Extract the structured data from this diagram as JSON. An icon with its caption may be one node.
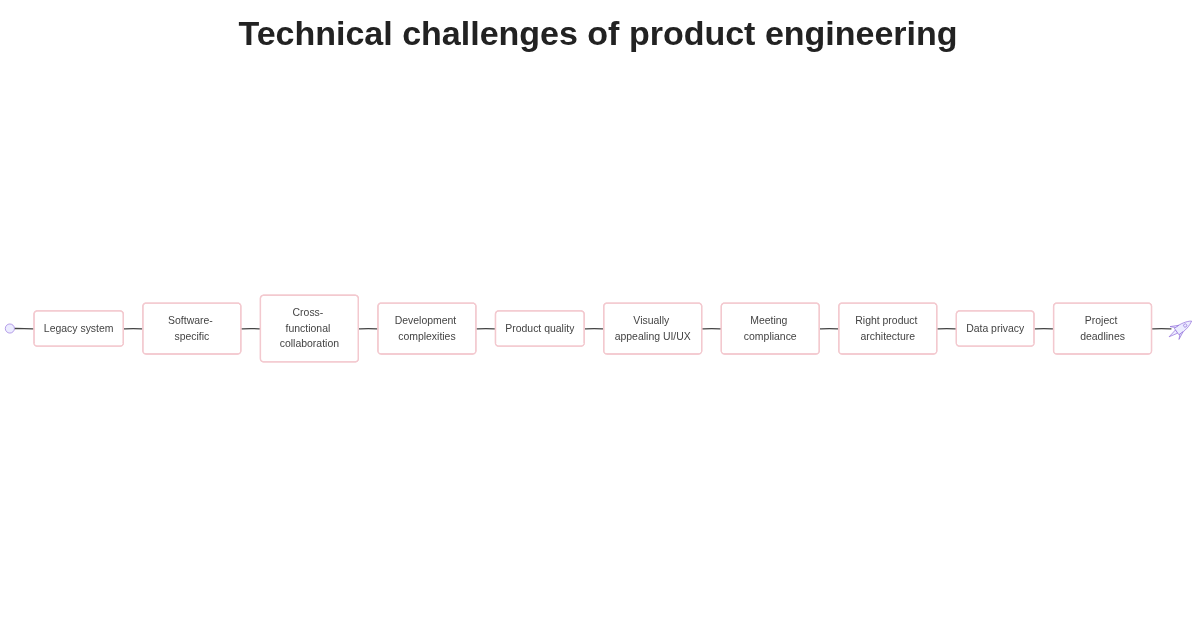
{
  "diagram": {
    "title": "Technical challenges of product engineering",
    "nodes": [
      {
        "text": [
          "Legacy system"
        ]
      },
      {
        "text": [
          "Software- specific"
        ]
      },
      {
        "text": [
          "Cross- functional collaboration"
        ]
      },
      {
        "text": [
          "Development complexities"
        ]
      },
      {
        "text": [
          "Product quality"
        ]
      },
      {
        "text": [
          "Visually appealing UI/UX"
        ]
      },
      {
        "text": [
          "Meeting compliance"
        ]
      },
      {
        "text": [
          "Right product architecture"
        ]
      },
      {
        "text": [
          "Data privacy"
        ]
      },
      {
        "text": [
          "Project deadlines"
        ]
      },
      {
        "text": [],
        "shape": "picture"
      }
    ],
    "edges": [
      {
        "from": null,
        "to": 0,
        "arrow": "none"
      },
      {
        "from": 0,
        "to": 1,
        "arrow": "none"
      },
      {
        "from": 1,
        "to": 2,
        "arrow": "none"
      },
      {
        "from": 2,
        "to": 3,
        "arrow": "none"
      },
      {
        "from": 3,
        "to": 4,
        "arrow": "none"
      },
      {
        "from": 4,
        "to": 5,
        "arrow": "none"
      },
      {
        "from": 5,
        "to": 6,
        "arrow": "none"
      },
      {
        "from": 6,
        "to": 7,
        "arrow": "none"
      },
      {
        "from": 7,
        "to": 8,
        "arrow": "none"
      },
      {
        "from": 8,
        "to": 9,
        "arrow": "none"
      },
      {
        "from": 9,
        "to": 10,
        "arrow": "none"
      }
    ]
  }
}
